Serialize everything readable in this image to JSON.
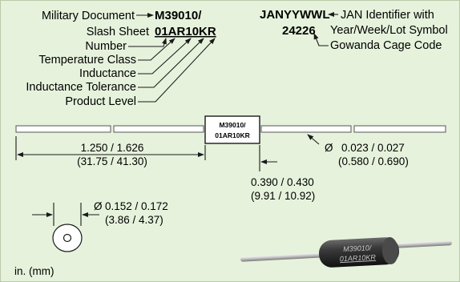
{
  "marking": {
    "part_line1": "M39010/",
    "part_line2": "01AR10KR",
    "jan_line1": "JANYYWWL",
    "jan_line2": "24226"
  },
  "labels": {
    "military_document": "Military Document",
    "slash_sheet": "Slash Sheet",
    "number": "Number",
    "temperature_class": "Temperature Class",
    "inductance": "Inductance",
    "inductance_tolerance": "Inductance Tolerance",
    "product_level": "Product Level",
    "jan_identifier_line1": "JAN Identifier with",
    "jan_identifier_line2": "Year/Week/Lot Symbol",
    "cage_code": "Gowanda Cage Code"
  },
  "body_marking": {
    "line1": "M39010/",
    "line2": "01AR10KR"
  },
  "dimensions": {
    "lead_length": "1.250 / 1.626",
    "lead_length_mm": "(31.75 / 41.30)",
    "body_length": "0.390 / 0.430",
    "body_length_mm": "(9.91 / 10.92)",
    "lead_diameter_symbol": "Ø",
    "lead_diameter": "0.023 / 0.027",
    "lead_diameter_mm": "(0.580 / 0.690)",
    "body_diameter_symbol": "Ø",
    "body_diameter": "0.152 / 0.172",
    "body_diameter_mm": "(3.86 / 4.37)"
  },
  "units_note": "in. (mm)",
  "colors": {
    "background": "#e6f2dc",
    "line": "#1a1a1a",
    "component_body": "#2b2b2b"
  }
}
